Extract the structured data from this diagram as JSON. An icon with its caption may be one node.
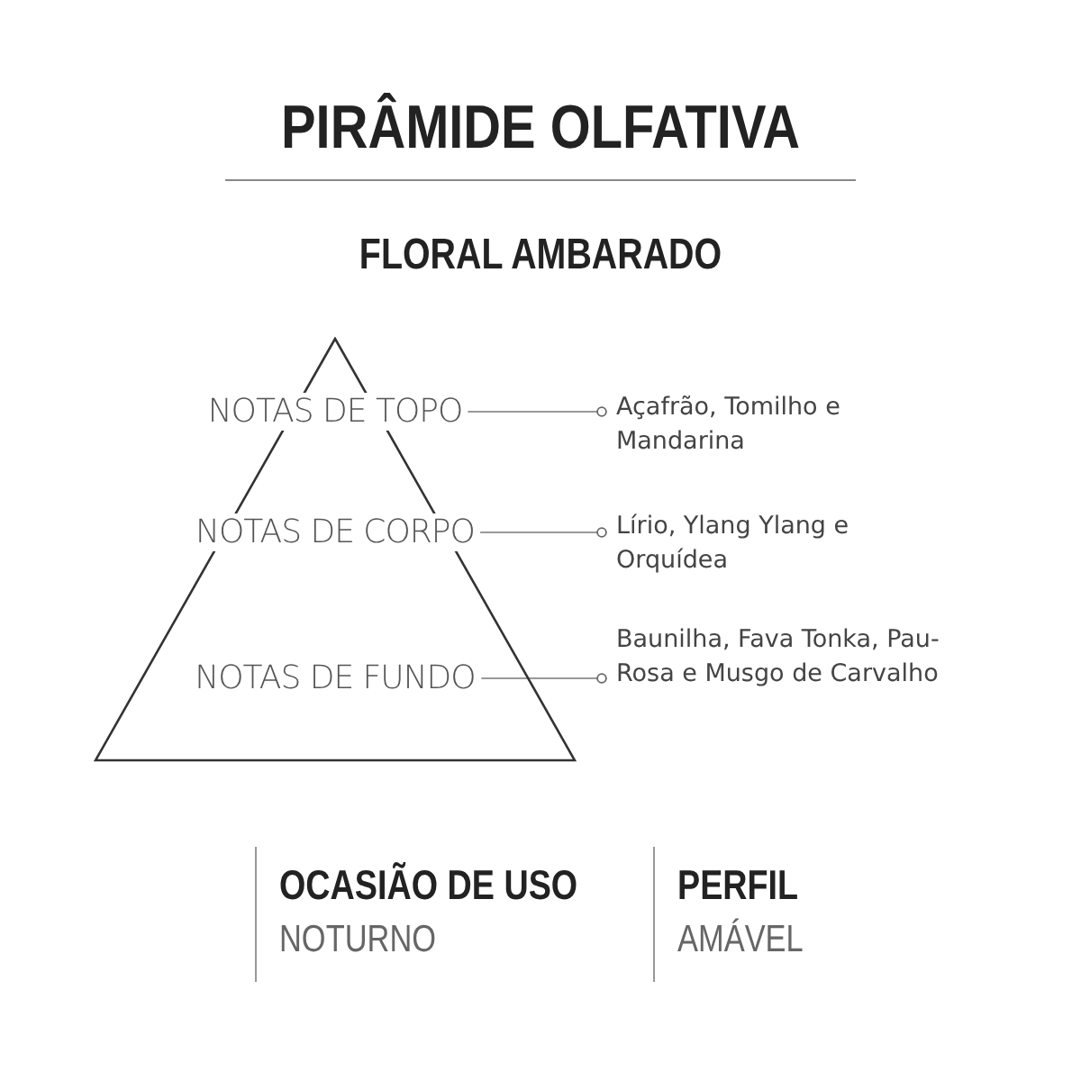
{
  "diagram": {
    "title": "PIRÂMIDE OLFATIVA",
    "nodes": [
      {
        "text": [],
        "shape": "triangle"
      },
      {
        "text": [
          "NOTAS DE TOPO"
        ],
        "in": 0
      },
      {
        "text": [
          "NOTAS DE CORPO"
        ],
        "in": 0
      },
      {
        "text": [
          "NOTAS DE FUNDO"
        ],
        "in": 0
      },
      {
        "text": [
          "Açafrão, Tomilho e Mandarina"
        ]
      },
      {
        "text": [
          "Lírio, Ylang Ylang e Orquídea"
        ]
      },
      {
        "text": [
          "Baunilha, Fava Tonka, Pau-Rosa e Musgo de Carvalho"
        ]
      }
    ],
    "edges": [
      {
        "from": 1,
        "to": 4,
        "arrow": "other"
      },
      {
        "from": 2,
        "to": 5,
        "arrow": "other"
      },
      {
        "from": 3,
        "to": 6,
        "arrow": "other"
      }
    ],
    "labels": [
      "FLORAL AMBARADO",
      "OCASIÃO DE USO",
      "NOTURNO",
      "PERFIL",
      "AMÁVEL"
    ]
  }
}
